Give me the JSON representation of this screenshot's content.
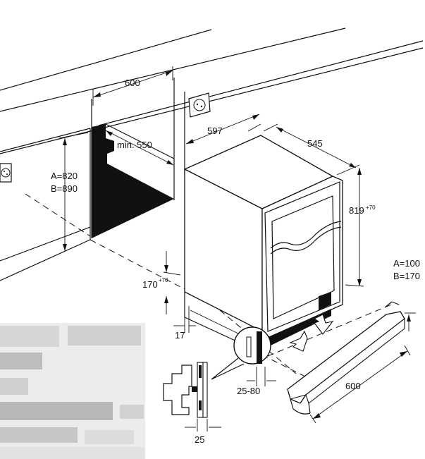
{
  "labels": {
    "width_niche": "600",
    "min_depth": "min. 550",
    "height_a": "A=820",
    "height_b": "B=890",
    "width_unit": "597",
    "depth_unit": "545",
    "height_unit": "819",
    "height_unit_tol": "+70",
    "plinth_h": "170",
    "plinth_h_tol": "+70",
    "offset_17": "17",
    "gap_range": "25-80",
    "door_25": "25",
    "plinth_a": "A=100",
    "plinth_b": "B=170",
    "plinth_width": "600"
  },
  "colors": {
    "line": "#111111",
    "fill_dark": "#111111",
    "cabinet_face": "#ffffff",
    "blur_light": "#e6e6e6",
    "blur_mid": "#cfcfcf",
    "blur_dark": "#b5b5b5"
  },
  "icons": [
    "socket-icon",
    "airflow-arrow-icon",
    "detail-callout-icon"
  ]
}
